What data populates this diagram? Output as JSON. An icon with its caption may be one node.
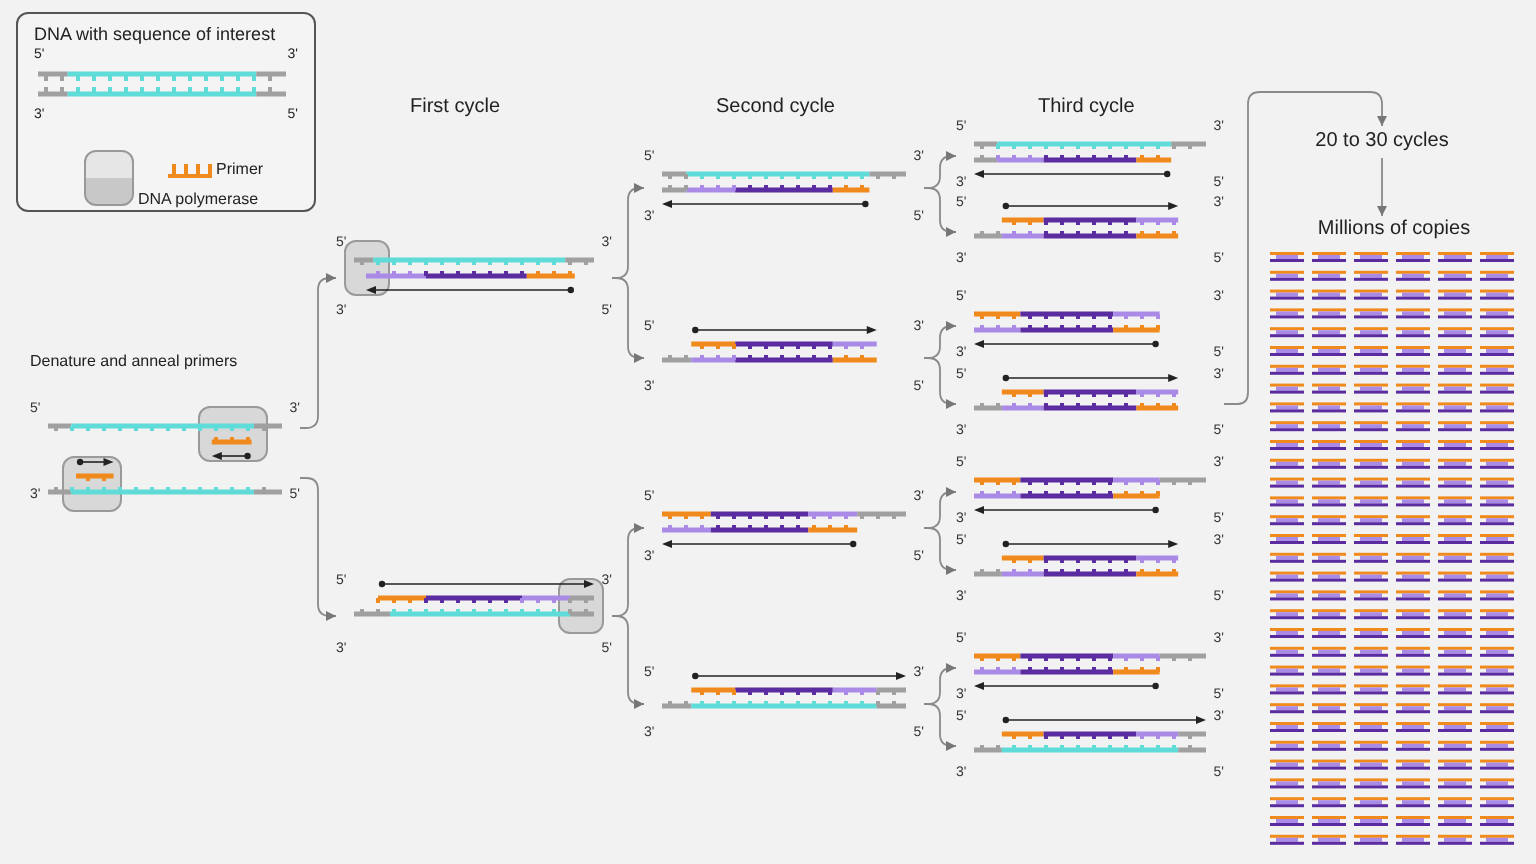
{
  "diagram": {
    "nodes": [
      {
        "text": [
          "5'",
          "3'"
        ]
      },
      {
        "text": [
          "3'",
          "5'"
        ]
      },
      {
        "text": [
          "5'",
          "3'",
          "3'",
          "5'"
        ]
      },
      {
        "text": [
          "5'",
          "3'",
          "3'",
          "5'"
        ]
      },
      {
        "text": [
          "5'",
          "3'",
          "3'",
          "5'"
        ]
      },
      {
        "text": [
          "5'",
          "3'",
          "3'",
          "5'"
        ]
      },
      {
        "text": [
          "5'",
          "3'",
          "3'",
          "5'"
        ]
      },
      {
        "text": [
          "5'",
          "3'",
          "3'",
          "5'"
        ]
      },
      {
        "text": [
          "5'",
          "3'",
          "3'",
          "5'"
        ]
      },
      {
        "text": [
          "5'",
          "3'",
          "3'",
          "5'"
        ]
      },
      {
        "text": [
          "5'",
          "3'",
          "3'",
          "5'"
        ]
      },
      {
        "text": [
          "5'",
          "3'",
          "3'",
          "5'"
        ]
      },
      {
        "text": [
          "5'",
          "3'",
          "3'",
          "5'"
        ]
      },
      {
        "text": [
          "5'",
          "3'",
          "3'",
          "5'"
        ]
      },
      {
        "text": [
          "5'",
          "3'",
          "3'",
          "5'"
        ]
      },
      {
        "text": [
          "5'",
          "3'",
          "3'",
          "5'"
        ]
      },
      {
        "text": [
          "20 to 30 cycles"
        ]
      },
      {
        "text": [
          "Millions of copies"
        ]
      }
    ],
    "edges": [
      {
        "from": 0,
        "to": 2,
        "arrow": "to"
      },
      {
        "from": 1,
        "to": 3,
        "arrow": "to"
      },
      {
        "from": 2,
        "to": 4,
        "arrow": "to"
      },
      {
        "from": 2,
        "to": 5,
        "arrow": "to"
      },
      {
        "from": 3,
        "to": 6,
        "arrow": "to"
      },
      {
        "from": 3,
        "to": 7,
        "arrow": "to"
      },
      {
        "from": 4,
        "to": 8,
        "arrow": "to"
      },
      {
        "from": 4,
        "to": 9,
        "arrow": "to"
      },
      {
        "from": 5,
        "to": 10,
        "arrow": "to"
      },
      {
        "from": 5,
        "to": 11,
        "arrow": "to"
      },
      {
        "from": 6,
        "to": 12,
        "arrow": "to"
      },
      {
        "from": 6,
        "to": 13,
        "arrow": "to"
      },
      {
        "from": 7,
        "to": 14,
        "arrow": "to"
      },
      {
        "from": 7,
        "to": 15,
        "arrow": "to"
      },
      {
        "from": 11,
        "to": 16,
        "arrow": "to"
      },
      {
        "from": 16,
        "to": 17,
        "arrow": "to"
      }
    ],
    "labels": [
      "5'",
      "3'",
      "3'",
      "5'",
      "First cycle",
      "Second cycle",
      "Third cycle",
      "Denature and anneal primers"
    ],
    "legend": [
      {
        "text": "DNA with sequence of interest"
      },
      {
        "text": "Primer"
      },
      {
        "text": "DNA polymerase"
      }
    ]
  }
}
